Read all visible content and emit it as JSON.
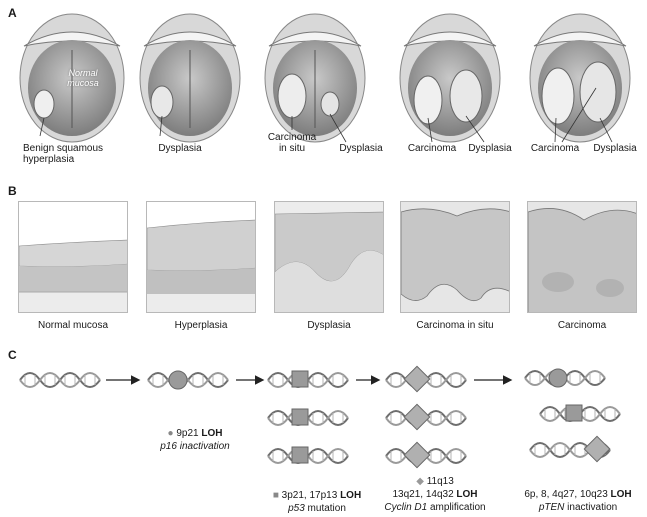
{
  "panel_a": {
    "letter": "A",
    "mouth1": {
      "overlay": "Normal mucosa",
      "label": "Benign squamous hyperplasia"
    },
    "mouth2": {
      "label": "Dysplasia"
    },
    "mouth3": {
      "label_left": "Carcinoma in situ",
      "label_right": "Dysplasia"
    },
    "mouth4": {
      "label_left": "Carcinoma",
      "label_right": "Dysplasia"
    },
    "mouth5": {
      "label_left": "Carcinoma",
      "label_right": "Dysplasia"
    }
  },
  "panel_b": {
    "letter": "B",
    "stages": [
      "Normal mucosa",
      "Hyperplasia",
      "Dysplasia",
      "Carcinoma in situ",
      "Carcinoma"
    ]
  },
  "panel_c": {
    "letter": "C",
    "step2": {
      "locus": "9p21",
      "event": "LOH",
      "gene": "p16",
      "effect": "inactivation"
    },
    "step3": {
      "locus": "3p21, 17p13",
      "event": "LOH",
      "gene": "p53",
      "effect": "mutation"
    },
    "step4": {
      "locus": "11q13",
      "locus2": "13q21, 14q32",
      "event": "LOH",
      "gene": "Cyclin D1",
      "effect": "amplification"
    },
    "step5": {
      "locus": "6p, 8, 4q27, 10q23",
      "event": "LOH",
      "gene": "pTEN",
      "effect": "inactivation"
    }
  },
  "colors": {
    "lesion_marker": "#9a9a9a",
    "tissue_stroke": "#8a8a8a",
    "dna": "#6e6e6e"
  }
}
